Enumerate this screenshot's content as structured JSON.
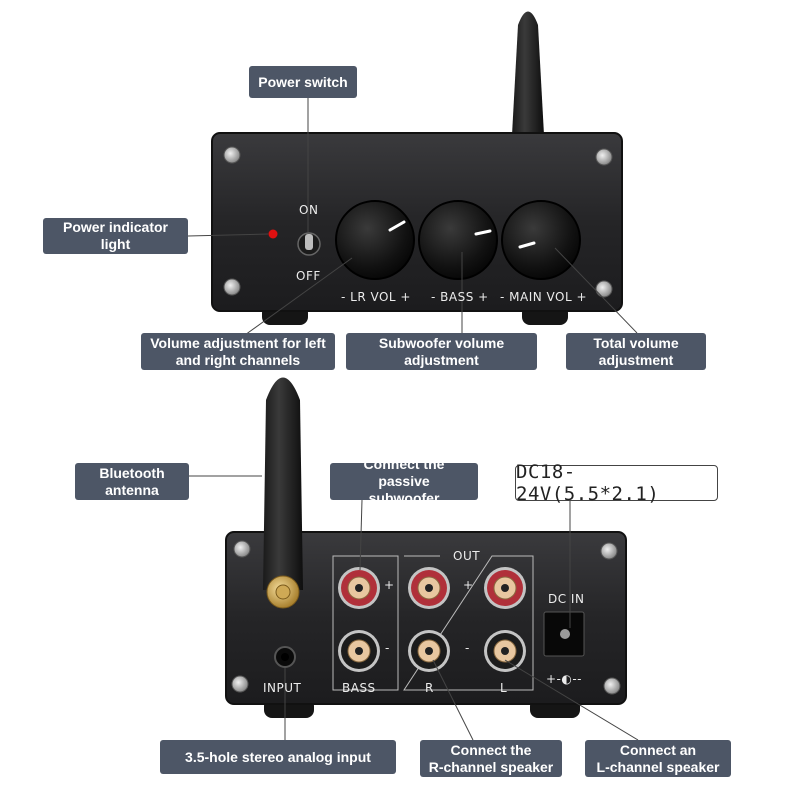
{
  "labels": {
    "power_switch": "Power switch",
    "power_indicator": "Power indicator light",
    "lr_volume": [
      "Volume adjustment for left",
      "and right channels"
    ],
    "sub_volume": [
      "Subwoofer volume",
      "adjustment"
    ],
    "total_volume": [
      "Total volume",
      "adjustment"
    ],
    "bt_antenna": [
      "Bluetooth",
      "antenna"
    ],
    "passive_sub": [
      "Connect the passive",
      "subwoofer"
    ],
    "dc_spec": "DC18-24V(5.5*2.1)",
    "stereo_input": "3.5-hole stereo analog input",
    "r_speaker": [
      "Connect the",
      "R-channel speaker"
    ],
    "l_speaker": [
      "Connect an",
      "L-channel speaker"
    ]
  },
  "front_panel": {
    "on": "ON",
    "off": "OFF",
    "lr_vol": "- LR VOL +",
    "bass": "- BASS +",
    "main_vol": "- MAIN VOL +"
  },
  "rear_panel": {
    "out": "OUT",
    "plus": "+",
    "minus": "-",
    "bass": "BASS",
    "r": "R",
    "l": "L",
    "dc_in": "DC IN",
    "input": "INPUT",
    "polarity": "+-◐--"
  },
  "colors": {
    "label_bg": "#4d5666",
    "panel": "#2a2a2c",
    "red_terminal": "#b0303a",
    "indicator": "#e01010"
  }
}
